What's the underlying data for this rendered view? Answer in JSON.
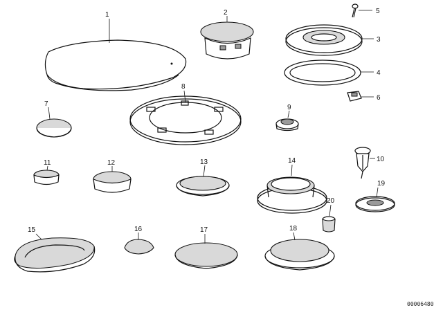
{
  "diagram": {
    "callouts": [
      {
        "id": "1",
        "label": "1"
      },
      {
        "id": "2",
        "label": "2"
      },
      {
        "id": "3",
        "label": "3"
      },
      {
        "id": "4",
        "label": "4"
      },
      {
        "id": "5",
        "label": "5"
      },
      {
        "id": "6",
        "label": "6"
      },
      {
        "id": "7",
        "label": "7"
      },
      {
        "id": "8",
        "label": "8"
      },
      {
        "id": "9",
        "label": "9"
      },
      {
        "id": "10",
        "label": "10"
      },
      {
        "id": "11",
        "label": "11"
      },
      {
        "id": "12",
        "label": "12"
      },
      {
        "id": "13",
        "label": "13"
      },
      {
        "id": "14",
        "label": "14"
      },
      {
        "id": "15",
        "label": "15"
      },
      {
        "id": "16",
        "label": "16"
      },
      {
        "id": "17",
        "label": "17"
      },
      {
        "id": "18",
        "label": "18"
      },
      {
        "id": "19",
        "label": "19"
      },
      {
        "id": "20",
        "label": "20"
      }
    ],
    "drawing_number": "00006480"
  }
}
